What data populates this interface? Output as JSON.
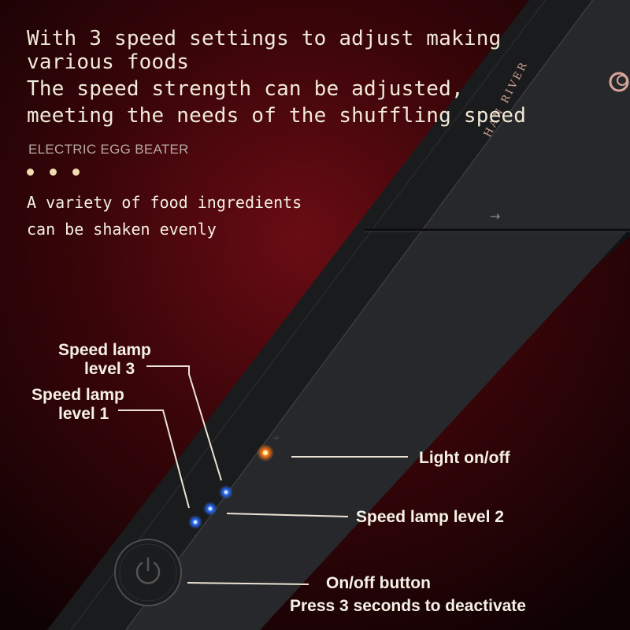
{
  "headline": {
    "lines": [
      "With 3 speed settings to adjust making",
      "various foods",
      "The speed strength can be adjusted,",
      "meeting the needs of the shuffling speed"
    ]
  },
  "subtitle": "ELECTRIC EGG BEATER",
  "description": {
    "lines": [
      "A variety of food ingredients",
      "can be shaken evenly"
    ]
  },
  "brand": "HAN RIVER",
  "callouts": {
    "speed_lamp_3": [
      "Speed lamp",
      "level 3"
    ],
    "speed_lamp_1": [
      "Speed lamp",
      "level 1"
    ],
    "light": "Light on/off",
    "speed_lamp_2": "Speed lamp level 2",
    "power": [
      "On/off button",
      "Press 3 seconds to deactivate"
    ]
  },
  "colors": {
    "background_center": "#5a0a10",
    "background_edge": "#120203",
    "text": "#f2ead8",
    "device_body": "#1c1d1f",
    "lamp_blue": "#2a6fff",
    "lamp_orange": "#ff7a1a"
  }
}
